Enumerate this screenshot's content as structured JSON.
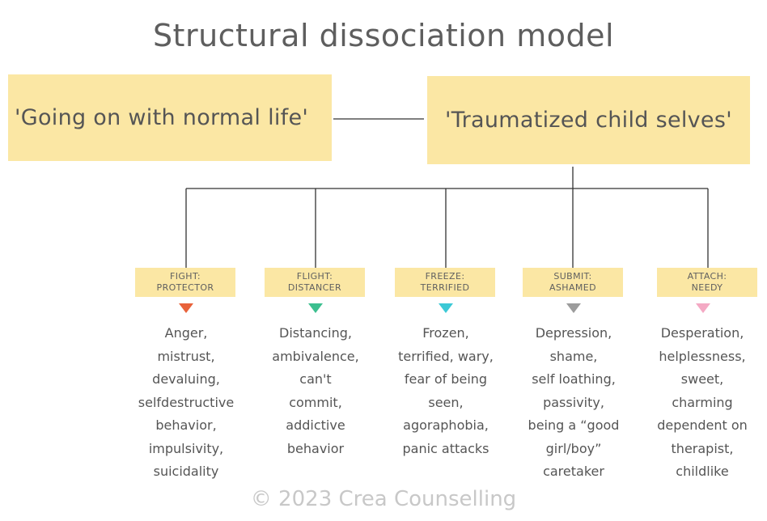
{
  "title": "Structural dissociation model",
  "normal_box": "'Going on with normal life'",
  "trauma_box": "'Traumatized child selves'",
  "parts": [
    {
      "label1": "FIGHT:",
      "label2": "PROTECTOR",
      "color": "#e8623a",
      "lines": [
        "Anger,",
        "mistrust,",
        "devaluing,",
        "selfdestructive",
        "behavior,",
        "impulsivity,",
        "suicidality"
      ]
    },
    {
      "label1": "FLIGHT:",
      "label2": "DISTANCER",
      "color": "#3cbf8f",
      "lines": [
        "Distancing,",
        "ambivalence,",
        "can't",
        "commit,",
        "addictive",
        "behavior"
      ]
    },
    {
      "label1": "FREEZE:",
      "label2": "TERRIFIED",
      "color": "#3cc9d6",
      "lines": [
        "Frozen,",
        "terrified, wary,",
        "fear of being",
        "seen,",
        "agoraphobia,",
        "panic attacks"
      ]
    },
    {
      "label1": "SUBMIT:",
      "label2": "ASHAMED",
      "color": "#9c9c9c",
      "lines": [
        "Depression,",
        "shame,",
        "self loathing,",
        "passivity,",
        "being a “good",
        "girl/boy”",
        "caretaker"
      ]
    },
    {
      "label1": "ATTACH:",
      "label2": "NEEDY",
      "color": "#f4a9c4",
      "lines": [
        "Desperation,",
        "helplessness,",
        "sweet,",
        "charming",
        "dependent on",
        "therapist,",
        "childlike"
      ]
    }
  ],
  "footer": "© 2023 Crea Counselling"
}
